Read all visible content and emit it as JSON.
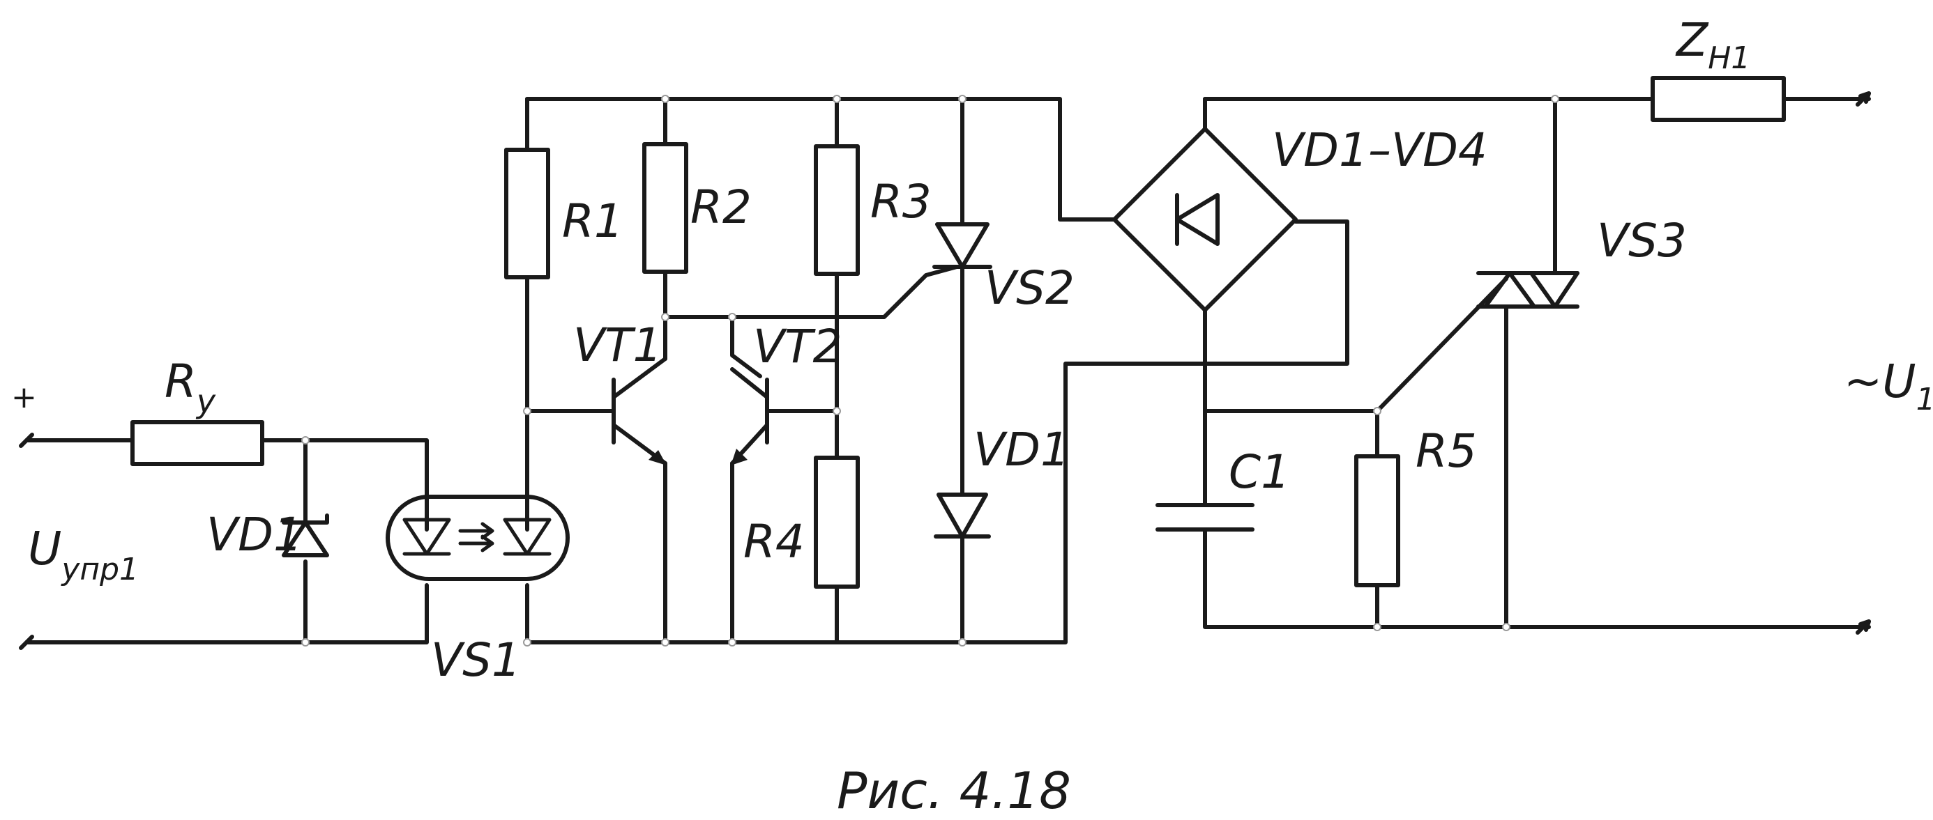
{
  "figure": {
    "caption": "Рис. 4.18"
  },
  "labels": {
    "plus": "+",
    "r_y_main": "R",
    "r_y_sub": "у",
    "u_main": "U",
    "u_sub": "упр1",
    "vd1_left": "VD1",
    "vs1": "VS1",
    "r1": "R1",
    "r2": "R2",
    "r3": "R3",
    "r4": "R4",
    "vt1": "VT1",
    "vt2": "VT2",
    "vs2": "VS2",
    "vd1_mid": "VD1",
    "bridge": "VD1–VD4",
    "c1": "C1",
    "r5": "R5",
    "vs3": "VS3",
    "z_main": "Z",
    "z_sub": "Н1",
    "u1_main": "~U",
    "u1_sub": "1"
  }
}
